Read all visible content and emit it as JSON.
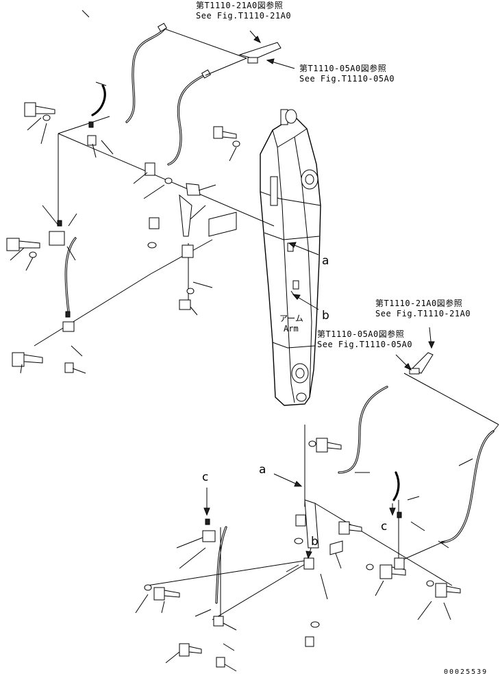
{
  "references": [
    {
      "id": "ref-top-21a0",
      "ja": "第T1110-21A0図参照",
      "en": "See Fig.T1110-21A0"
    },
    {
      "id": "ref-top-05a0",
      "ja": "第T1110-05A0図参照",
      "en": "See Fig.T1110-05A0"
    },
    {
      "id": "ref-right-21a0",
      "ja": "第T1110-21A0図参照",
      "en": "See Fig.T1110-21A0"
    },
    {
      "id": "ref-right-05a0",
      "ja": "第T1110-05A0図参照",
      "en": "See Fig.T1110-05A0"
    }
  ],
  "arm_label": {
    "ja": "アーム",
    "en": "Arm"
  },
  "callouts": {
    "a": "a",
    "b": "b",
    "c": "c"
  },
  "drawing_number": "00025539"
}
